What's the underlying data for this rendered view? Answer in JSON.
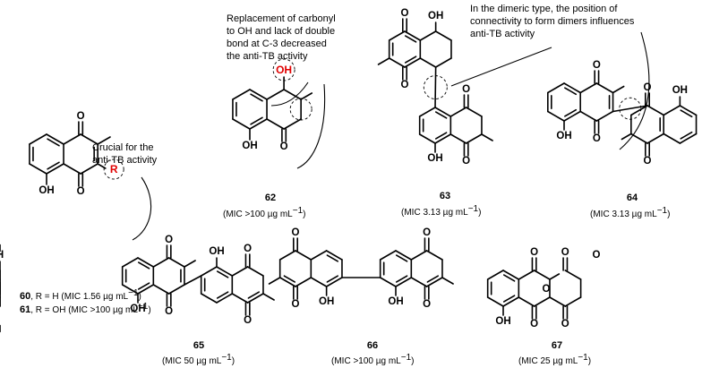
{
  "annotations": {
    "a1": [
      "Crucial for the",
      "anti-TB activity"
    ],
    "a2": [
      "Replacement of carbonyl",
      "to OH and lack of double",
      "bond at C-3 decreased",
      "the anti-TB activity"
    ],
    "a3": [
      "In the dimeric type, the position of",
      "connectivity to form dimers influences",
      "anti-TB activity"
    ]
  },
  "atoms": {
    "O": "O",
    "OH": "OH",
    "R": "R"
  },
  "compounds": [
    {
      "num": "60",
      "desc": ", R = H (MIC 1.56 µg mL",
      "sup": "−1",
      "close": ")"
    },
    {
      "num": "61",
      "desc": ", R = OH (MIC >100 µg mL",
      "sup": "−1",
      "close": ")"
    },
    {
      "num": "62",
      "desc": "(MIC >100 µg mL",
      "sup": "−1",
      "close": ")"
    },
    {
      "num": "63",
      "desc": "(MIC 3.13 µg mL",
      "sup": "−1",
      "close": ")"
    },
    {
      "num": "64",
      "desc": "(MIC 3.13 µg mL",
      "sup": "−1",
      "close": ")"
    },
    {
      "num": "65",
      "desc": "(MIC 50 µg mL",
      "sup": "−1",
      "close": ")"
    },
    {
      "num": "66",
      "desc": "(MIC >100 µg mL",
      "sup": "−1",
      "close": ")"
    },
    {
      "num": "67",
      "desc": "(MIC 25 µg mL",
      "sup": "−1",
      "close": ")"
    }
  ],
  "colors": {
    "highlight": "#e00000",
    "bond_highlight": "#3050c0"
  }
}
